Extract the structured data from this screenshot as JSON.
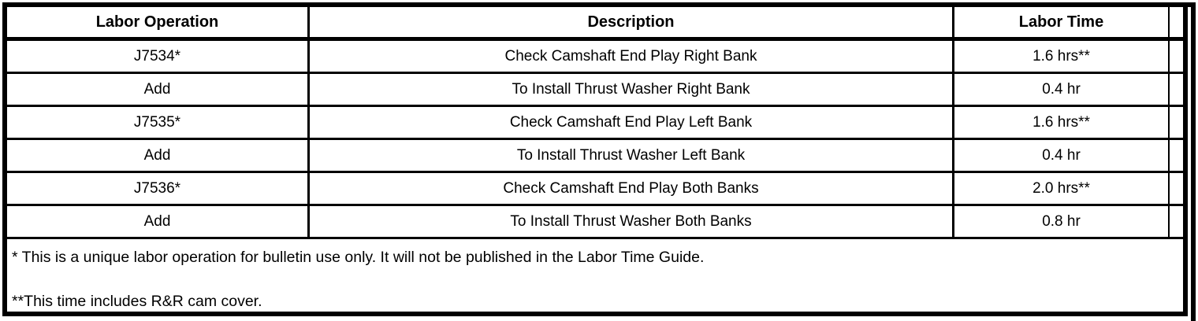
{
  "document": {
    "table": {
      "columns": [
        "Labor Operation",
        "Description",
        "Labor Time"
      ],
      "rows": [
        {
          "op": "J7534*",
          "desc": "Check Camshaft End Play Right Bank",
          "time": "1.6 hrs**"
        },
        {
          "op": "Add",
          "desc": "To Install Thrust Washer Right Bank",
          "time": "0.4 hr"
        },
        {
          "op": "J7535*",
          "desc": "Check Camshaft End Play Left Bank",
          "time": "1.6 hrs**"
        },
        {
          "op": "Add",
          "desc": "To Install Thrust Washer Left Bank",
          "time": "0.4 hr"
        },
        {
          "op": "J7536*",
          "desc": "Check Camshaft End Play Both Banks",
          "time": "2.0 hrs**"
        },
        {
          "op": "Add",
          "desc": "To Install Thrust Washer Both Banks",
          "time": "0.8 hr"
        }
      ],
      "footnotes": [
        "* This is a unique labor operation for bulletin use only. It will not be published in the Labor Time Guide.",
        "**This time includes R&R cam cover."
      ]
    },
    "colors": {
      "border": "#000000",
      "background": "#ffffff",
      "text": "#000000"
    }
  }
}
